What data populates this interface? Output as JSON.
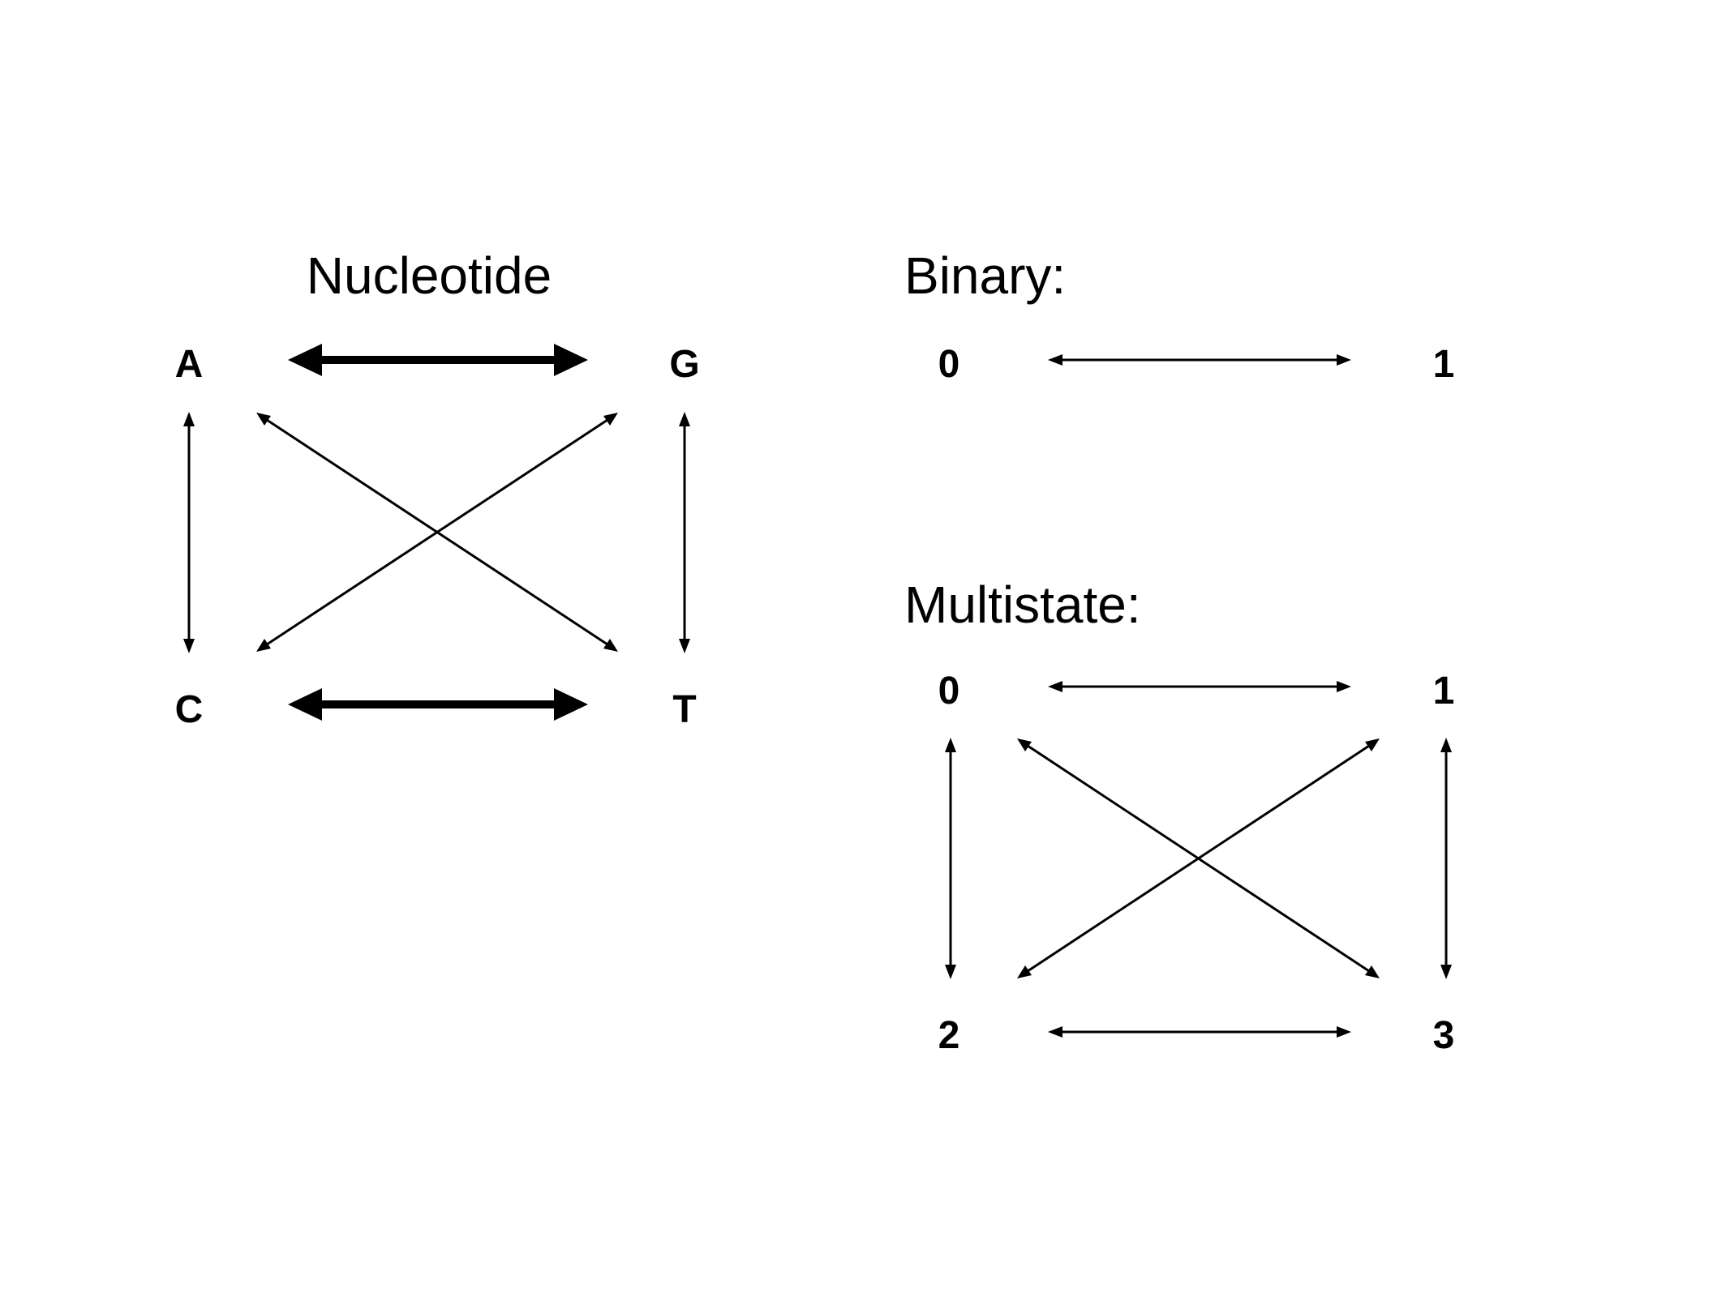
{
  "nucleotide": {
    "title": "Nucleotide",
    "nodes": {
      "a": "A",
      "g": "G",
      "c": "C",
      "t": "T"
    }
  },
  "binary": {
    "title": "Binary:",
    "nodes": {
      "n0": "0",
      "n1": "1"
    }
  },
  "multistate": {
    "title": "Multistate:",
    "nodes": {
      "n0": "0",
      "n1": "1",
      "n2": "2",
      "n3": "3"
    }
  },
  "colors": {
    "ink": "#000000",
    "background": "#ffffff"
  }
}
